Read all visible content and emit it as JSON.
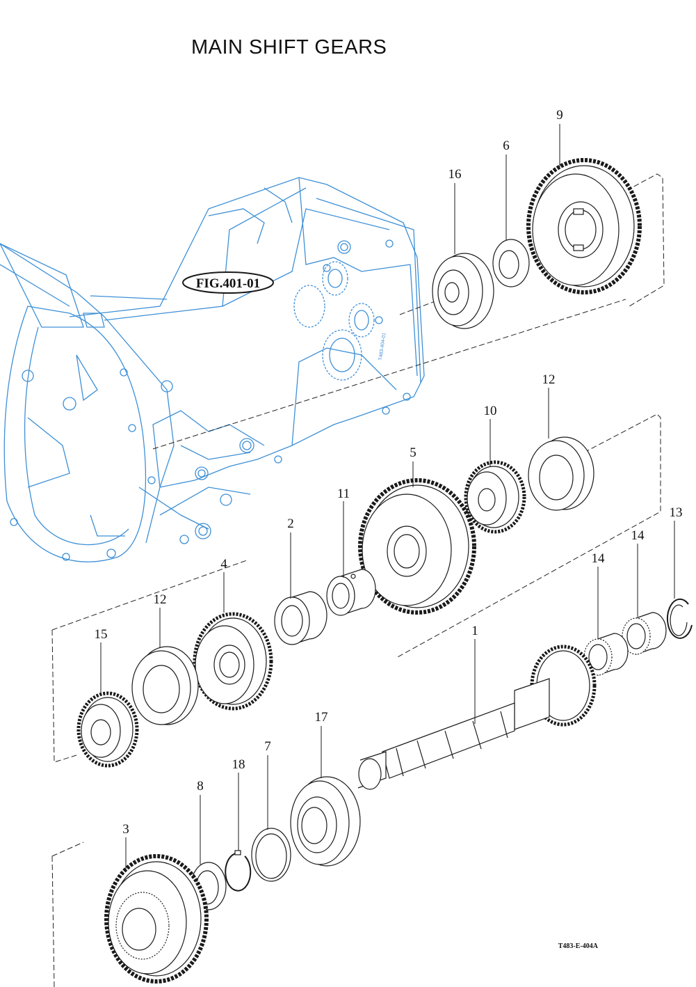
{
  "title": "MAIN SHIFT GEARS",
  "figure_ref": "FIG.401-01",
  "figure_code": "T483-E-404A",
  "housing_marking": "T483-404-01",
  "colors": {
    "housing": "#3d8fd6",
    "parts": "#1a1a1a"
  },
  "callouts": [
    "9",
    "6",
    "16",
    "12",
    "10",
    "5",
    "11",
    "2",
    "4",
    "12",
    "15",
    "13",
    "14",
    "14",
    "1",
    "17",
    "7",
    "18",
    "8",
    "3"
  ]
}
